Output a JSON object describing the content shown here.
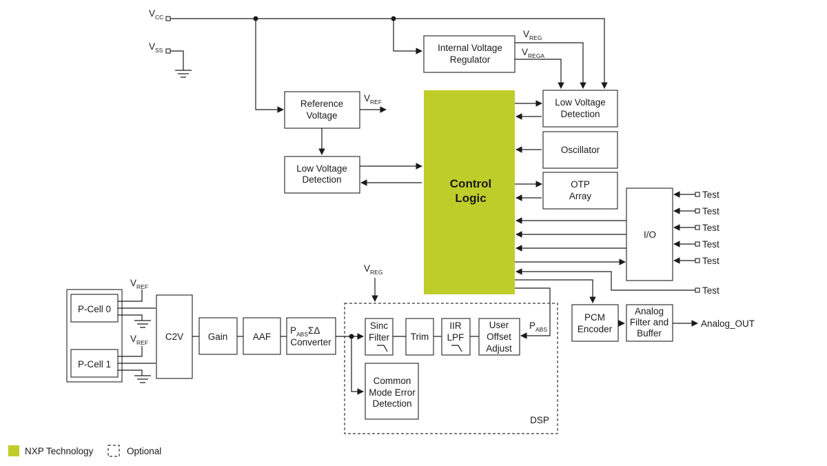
{
  "colors": {
    "nxp_technology": "#bfcd2a",
    "line": "#1a1a1a"
  },
  "pins": {
    "vcc": {
      "main": "V",
      "sub": "CC"
    },
    "vss": {
      "main": "V",
      "sub": "SS"
    }
  },
  "signals": {
    "vreg": {
      "main": "V",
      "sub": "REG"
    },
    "vrega": {
      "main": "V",
      "sub": "REGA"
    },
    "vref": {
      "main": "V",
      "sub": "REF"
    },
    "pabs": {
      "main": "P",
      "sub": "ABS"
    }
  },
  "blocks": {
    "ivr": {
      "line1": "Internal Voltage",
      "line2": "Regulator"
    },
    "lvd_right": {
      "line1": "Low Voltage",
      "line2": "Detection"
    },
    "ref_voltage": {
      "line1": "Reference",
      "line2": "Voltage"
    },
    "lvd_left": {
      "line1": "Low Voltage",
      "line2": "Detection"
    },
    "control_logic": {
      "line1": "Control",
      "line2": "Logic"
    },
    "oscillator": {
      "label": "Oscillator"
    },
    "otp": {
      "line1": "OTP",
      "line2": "Array"
    },
    "io": {
      "label": "I/O"
    },
    "pcell0": {
      "label": "P-Cell 0"
    },
    "pcell1": {
      "label": "P-Cell 1"
    },
    "c2v": {
      "label": "C2V"
    },
    "gain": {
      "label": "Gain"
    },
    "aaf": {
      "label": "AAF"
    },
    "converter": {
      "p": "P",
      "sub": "ABS",
      "sigma": "ΣΔ",
      "line2": "Converter"
    },
    "sinc": {
      "line1": "Sinc",
      "line2": "Filter"
    },
    "trim": {
      "label": "Trim"
    },
    "iir": {
      "line1": "IIR",
      "line2": "LPF"
    },
    "user_offset": {
      "line1": "User",
      "line2": "Offset",
      "line3": "Adjust"
    },
    "common_mode": {
      "line1": "Common",
      "line2": "Mode Error",
      "line3": "Detection"
    },
    "dsp": {
      "label": "DSP"
    },
    "pcm": {
      "line1": "PCM",
      "line2": "Encoder"
    },
    "analog_filter": {
      "line1": "Analog",
      "line2": "Filter and",
      "line3": "Buffer"
    }
  },
  "outputs": {
    "analog_out": "Analog_OUT"
  },
  "test_pins": [
    "Test",
    "Test",
    "Test",
    "Test",
    "Test",
    "Test"
  ],
  "legend": {
    "nxp": "NXP Technology",
    "optional": "Optional"
  }
}
